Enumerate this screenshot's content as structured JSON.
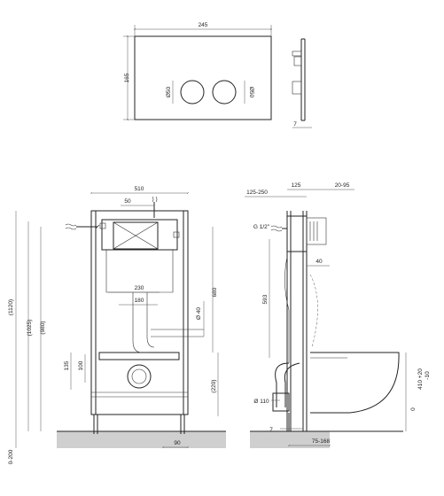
{
  "top_view": {
    "width_label": "245",
    "height_label": "165",
    "button_left_label": "Ø50",
    "button_right_label": "Ø50",
    "depth_label": "7"
  },
  "front_view": {
    "width_label": "510",
    "offset_label": "50",
    "label_230": "230",
    "label_180": "180",
    "label_680": "680",
    "label_d40": "Ø 40",
    "label_135": "135",
    "label_100": "100",
    "label_220": "(220)",
    "label_1120": "(1120)",
    "label_1025": "(1025)",
    "label_980": "(980)",
    "label_90": "90",
    "label_0_200": "0-200"
  },
  "side_view": {
    "label_125_250": "125-250",
    "label_125": "125",
    "label_20_95": "20-95",
    "label_g12": "G 1/2\"",
    "label_40": "40",
    "label_593": "593",
    "label_410_420": "410 +20",
    "label_m10": "-10",
    "label_0": "0",
    "label_d110": "Ø 110",
    "label_7": "7",
    "label_75_168": "75-168"
  }
}
